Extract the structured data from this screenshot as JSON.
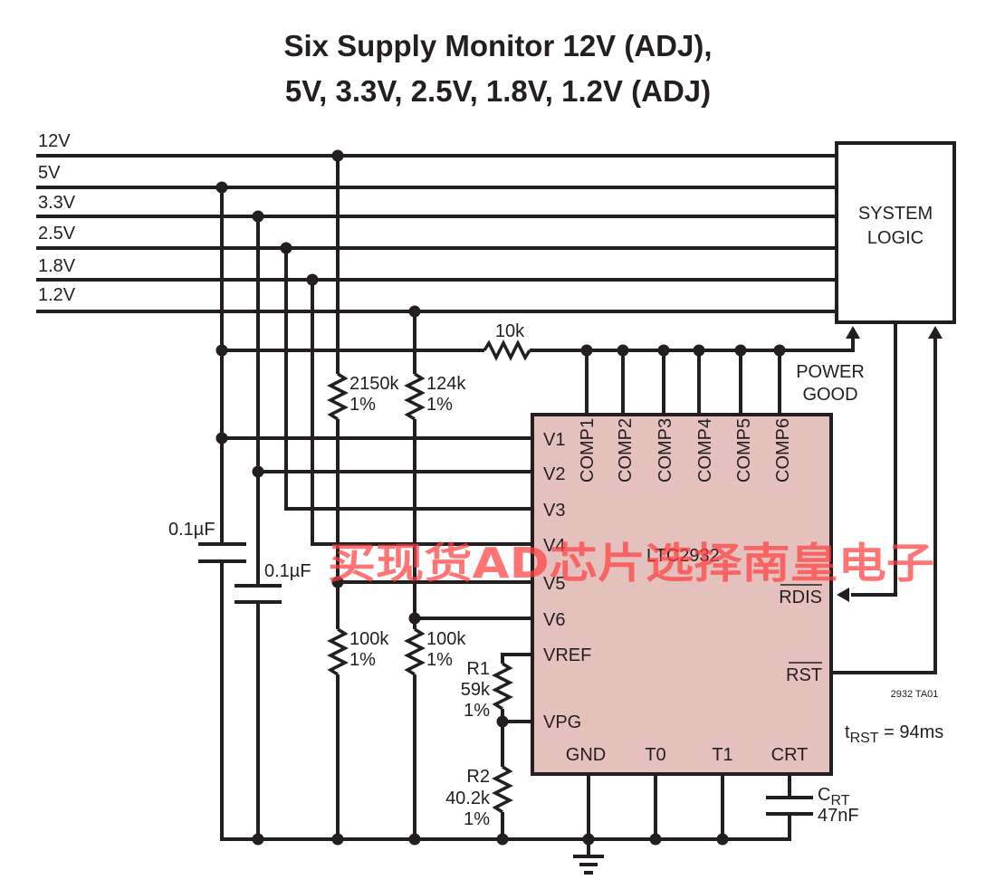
{
  "title": {
    "line1": "Six Supply Monitor 12V (ADJ),",
    "line2": "5V, 3.3V, 2.5V, 1.8V, 1.2V (ADJ)"
  },
  "rails": [
    {
      "label": "12V"
    },
    {
      "label": "5V"
    },
    {
      "label": "3.3V"
    },
    {
      "label": "2.5V"
    },
    {
      "label": "1.8V"
    },
    {
      "label": "1.2V"
    }
  ],
  "system_logic": {
    "line1": "SYSTEM",
    "line2": "LOGIC"
  },
  "pullup_resistor": {
    "value": "10k"
  },
  "power_good": {
    "line1": "POWER",
    "line2": "GOOD"
  },
  "resistors": {
    "r_2150k": {
      "value": "2150k",
      "tolerance": "1%"
    },
    "r_124k": {
      "value": "124k",
      "tolerance": "1%"
    },
    "r_100k_a": {
      "value": "100k",
      "tolerance": "1%"
    },
    "r_100k_b": {
      "value": "100k",
      "tolerance": "1%"
    },
    "r1": {
      "name": "R1",
      "value": "59k",
      "tolerance": "1%"
    },
    "r2": {
      "name": "R2",
      "value": "40.2k",
      "tolerance": "1%"
    }
  },
  "capacitors": {
    "c1": {
      "value": "0.1µF"
    },
    "c2": {
      "value": "0.1µF"
    },
    "crt": {
      "name_main": "C",
      "name_sub": "RT",
      "value": "47nF"
    }
  },
  "chip": {
    "part_number": "LTC2932",
    "fill_color": "#e4c1bd",
    "left_pins": [
      "V1",
      "V2",
      "V3",
      "V4",
      "V5",
      "V6",
      "VREF",
      "VPG"
    ],
    "top_pins": [
      "COMP1",
      "COMP2",
      "COMP3",
      "COMP4",
      "COMP5",
      "COMP6"
    ],
    "bottom_pins": [
      "GND",
      "T0",
      "T1",
      "CRT"
    ],
    "right_pins": {
      "rdis": "RDIS",
      "rst": "RST"
    }
  },
  "figure_id": "2932 TA01",
  "timing": {
    "t_main": "t",
    "t_sub": "RST",
    "t_value": " = 94ms"
  },
  "watermark": "买现货AD芯片选择南皇电子"
}
